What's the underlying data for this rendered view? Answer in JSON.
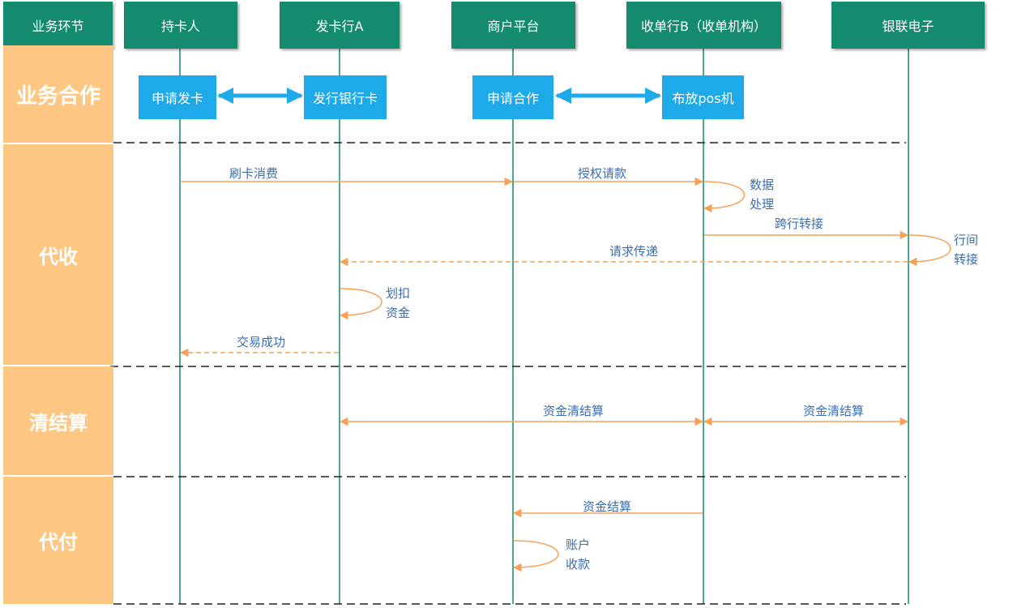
{
  "columns": {
    "stage": "业务环节",
    "cardholder": "持卡人",
    "issuer": "发卡行A",
    "merchant": "商户平台",
    "acquirer": "收单行B（收单机构）",
    "unionpay": "银联电子"
  },
  "stages": {
    "cooperation": "业务合作",
    "collection": "代收",
    "clearing": "清结算",
    "payment": "代付"
  },
  "activities": {
    "apply_card": "申请发卡",
    "issue_card": "发行银行卡",
    "apply_coop": "申请合作",
    "deploy_pos": "布放pos机"
  },
  "messages": {
    "swipe": "刷卡消费",
    "authorize": "授权请款",
    "transfer": "跨行转接",
    "request_pass": "请求传递",
    "success": "交易成功",
    "clearing_1": "资金清结算",
    "clearing_2": "资金清结算",
    "settle": "资金结算"
  },
  "notes": {
    "data_1": "数据",
    "data_2": "处理",
    "interbank_1": "行间",
    "interbank_2": "转接",
    "deduct_1": "划扣",
    "deduct_2": "资金",
    "account_1": "账户",
    "account_2": "收款"
  },
  "colors": {
    "header": "#148a6e",
    "stage": "#fdc783",
    "activity": "#1ea9e8",
    "lifeline": "#148a6e",
    "arrow": "#f5a15a",
    "label": "#3b6db4"
  }
}
